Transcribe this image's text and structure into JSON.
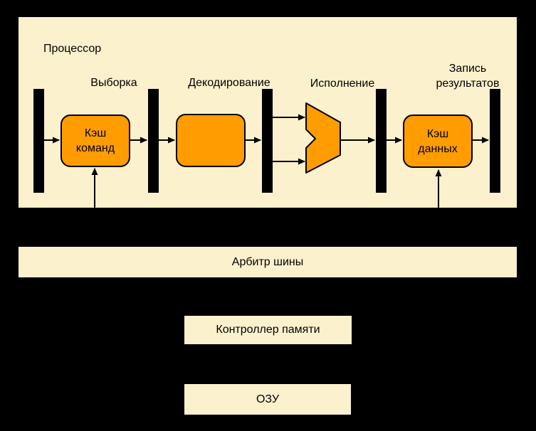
{
  "diagram": {
    "title": "Процессор",
    "processor": {
      "label": "Процессор",
      "stages": [
        {
          "label": "Выборка"
        },
        {
          "label": "Декодирование"
        },
        {
          "label": "Исполнение"
        },
        {
          "label": "Запись результатов"
        }
      ],
      "blocks": {
        "instruction_cache": "Кэш команд",
        "decode_unit": "",
        "execute_unit_icon": "alu-shape",
        "data_cache": "Кэш данных"
      },
      "pipeline_register_count": 5
    },
    "memory_hierarchy": {
      "bus_arbiter": "Арбитр шины",
      "memory_controller": "Контроллер памяти",
      "ram": "ОЗУ"
    },
    "colors": {
      "background": "#000000",
      "panel_fill": "#FCF1CD",
      "block_fill": "#FF9C00",
      "line": "#000000"
    }
  }
}
